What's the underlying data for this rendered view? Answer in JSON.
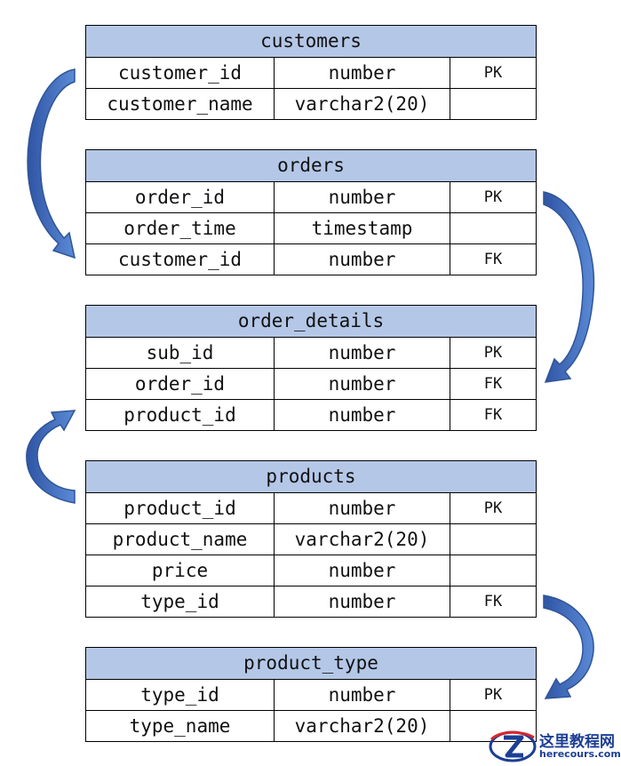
{
  "tables": [
    {
      "name": "customers",
      "rows": [
        {
          "column": "customer_id",
          "type": "number",
          "key": "PK"
        },
        {
          "column": "customer_name",
          "type": "varchar2(20)",
          "key": ""
        }
      ]
    },
    {
      "name": "orders",
      "rows": [
        {
          "column": "order_id",
          "type": "number",
          "key": "PK"
        },
        {
          "column": "order_time",
          "type": "timestamp",
          "key": ""
        },
        {
          "column": "customer_id",
          "type": "number",
          "key": "FK"
        }
      ]
    },
    {
      "name": "order_details",
      "rows": [
        {
          "column": "sub_id",
          "type": "number",
          "key": "PK"
        },
        {
          "column": "order_id",
          "type": "number",
          "key": "FK"
        },
        {
          "column": "product_id",
          "type": "number",
          "key": "FK"
        }
      ]
    },
    {
      "name": "products",
      "rows": [
        {
          "column": "product_id",
          "type": "number",
          "key": "PK"
        },
        {
          "column": "product_name",
          "type": "varchar2(20)",
          "key": ""
        },
        {
          "column": "price",
          "type": "number",
          "key": ""
        },
        {
          "column": "type_id",
          "type": "number",
          "key": "FK"
        }
      ]
    },
    {
      "name": "product_type",
      "rows": [
        {
          "column": "type_id",
          "type": "number",
          "key": "PK"
        },
        {
          "column": "type_name",
          "type": "varchar2(20)",
          "key": ""
        }
      ]
    }
  ],
  "relationships": [
    {
      "from": "customers.customer_id",
      "to": "orders.customer_id"
    },
    {
      "from": "orders.order_id",
      "to": "order_details.order_id"
    },
    {
      "from": "products.product_id",
      "to": "order_details.product_id"
    },
    {
      "from": "products.type_id",
      "to": "product_type.type_id"
    }
  ],
  "watermark": {
    "title": "这里教程网",
    "url": "herecours.com"
  },
  "colors": {
    "header_fill": "#b4c7e7",
    "arrow_fill": "#4472c4",
    "arrow_stroke": "#2f5597"
  }
}
